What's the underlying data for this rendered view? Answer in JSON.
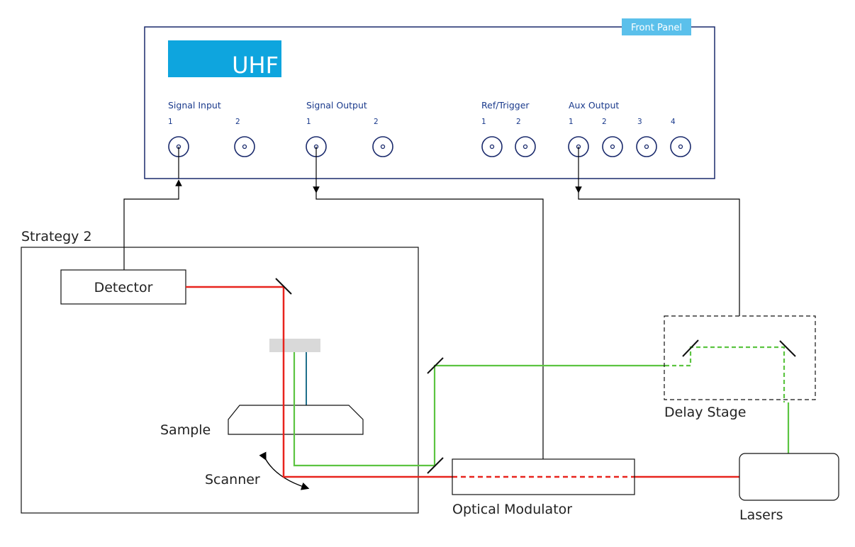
{
  "front_panel": {
    "tag": "Front Panel",
    "logo": "UHF",
    "groups": [
      {
        "label": "Signal Input",
        "ports": [
          "1",
          "2"
        ]
      },
      {
        "label": "Signal Output",
        "ports": [
          "1",
          "2"
        ]
      },
      {
        "label": "Ref/Trigger",
        "ports": [
          "1",
          "2"
        ]
      },
      {
        "label": "Aux Output",
        "ports": [
          "1",
          "2",
          "3",
          "4"
        ]
      }
    ]
  },
  "setup": {
    "strategy_label": "Strategy 2",
    "detector": "Detector",
    "sample": "Sample",
    "scanner": "Scanner",
    "optical_modulator": "Optical Modulator",
    "delay_stage": "Delay Stage",
    "lasers": "Lasers"
  },
  "colors": {
    "panel_blue": "#1a2a6c",
    "logo_cyan": "#0ea5de",
    "tag_cyan": "#5bc0eb",
    "beam_red": "#e8241e",
    "beam_green": "#5cc441",
    "probe_teal": "#1f6f8b",
    "holder_gray": "#d9d9d9"
  }
}
